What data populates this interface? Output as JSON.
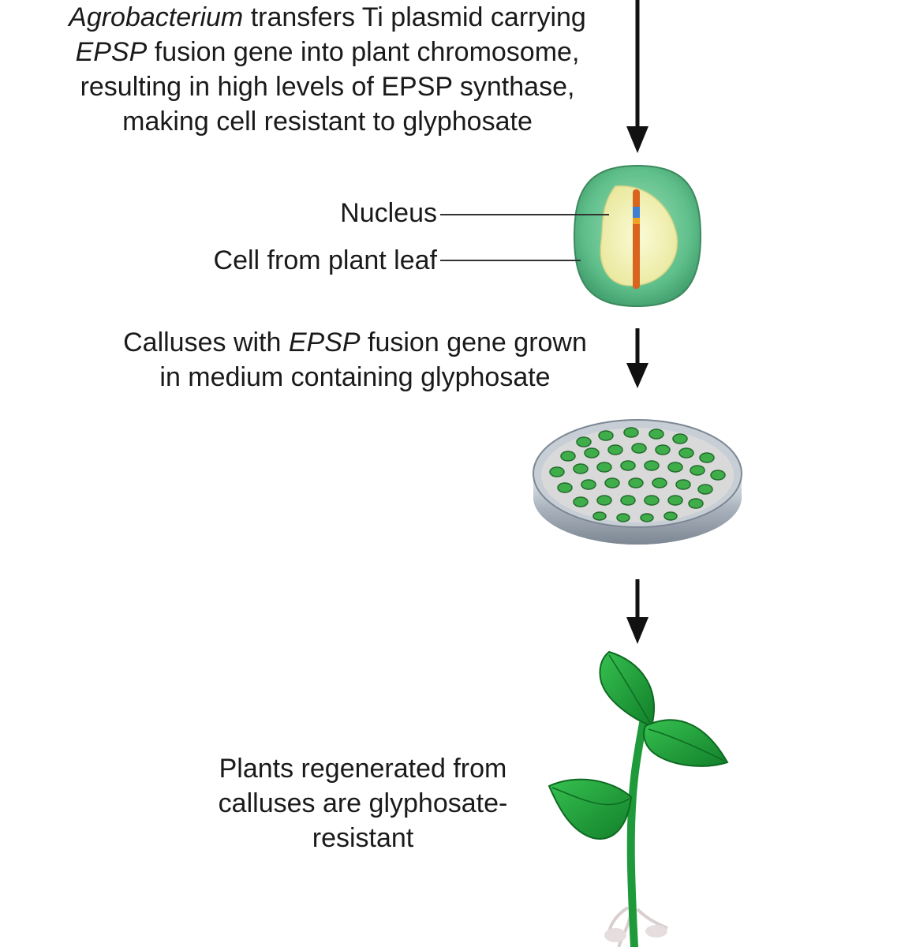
{
  "step1": {
    "line1_italic": "Agrobacterium",
    "line1_rest": " transfers Ti plasmid carrying",
    "line2_italic": "EPSP",
    "line2_rest": " fusion gene into plant chromosome,",
    "line3": "resulting in high levels of EPSP synthase,",
    "line4": "making cell resistant to glyphosate"
  },
  "cell_labels": {
    "nucleus": "Nucleus",
    "cell": "Cell from plant leaf"
  },
  "step2": {
    "line1_pre": "Calluses with ",
    "line1_italic": "EPSP",
    "line1_rest": " fusion gene grown",
    "line2": "in medium containing glyphosate"
  },
  "step3": {
    "line1": "Plants regenerated from",
    "line2": "calluses are glyphosate-",
    "line3": "resistant"
  },
  "colors": {
    "arrow": "#111111",
    "cell_green": "#5fbf8a",
    "nucleus_yellow": "#f2f0b0",
    "chromosome": "#d8641e",
    "gene_blue": "#3d7fd0",
    "dish_rim": "#9aa3ad",
    "agar": "#d9d9d9",
    "callus_green": "#3fae4a",
    "leaf_green": "#1f9a3a"
  }
}
